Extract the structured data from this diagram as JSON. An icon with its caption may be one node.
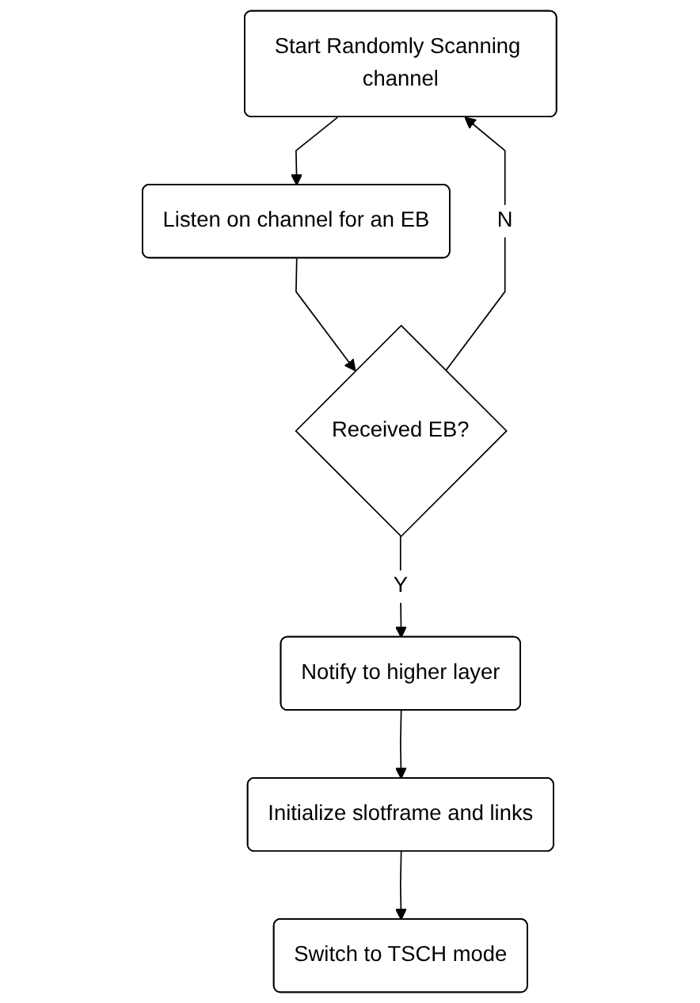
{
  "diagram": {
    "nodes": [
      {
        "text": [
          "Start Randomly Scanning channel"
        ]
      },
      {
        "text": [
          "Listen on channel for an EB"
        ]
      },
      {
        "text": [
          "Received EB?"
        ]
      },
      {
        "text": [
          "Notify to higher layer"
        ]
      },
      {
        "text": [
          "Initialize slotframe and links"
        ]
      },
      {
        "text": [
          "Switch to TSCH mode"
        ]
      }
    ],
    "edges": [
      {
        "from": 0,
        "to": 1,
        "arrow": "to"
      },
      {
        "from": 1,
        "to": 2,
        "arrow": "to"
      },
      {
        "from": 2,
        "to": 3,
        "arrow": "to",
        "label": "Y"
      },
      {
        "from": 4,
        "to": 5,
        "arrow": "to"
      },
      {
        "from": 3,
        "to": 4,
        "arrow": "to"
      },
      {
        "from": 2,
        "to": 0,
        "arrow": "to",
        "label": "N"
      }
    ]
  }
}
